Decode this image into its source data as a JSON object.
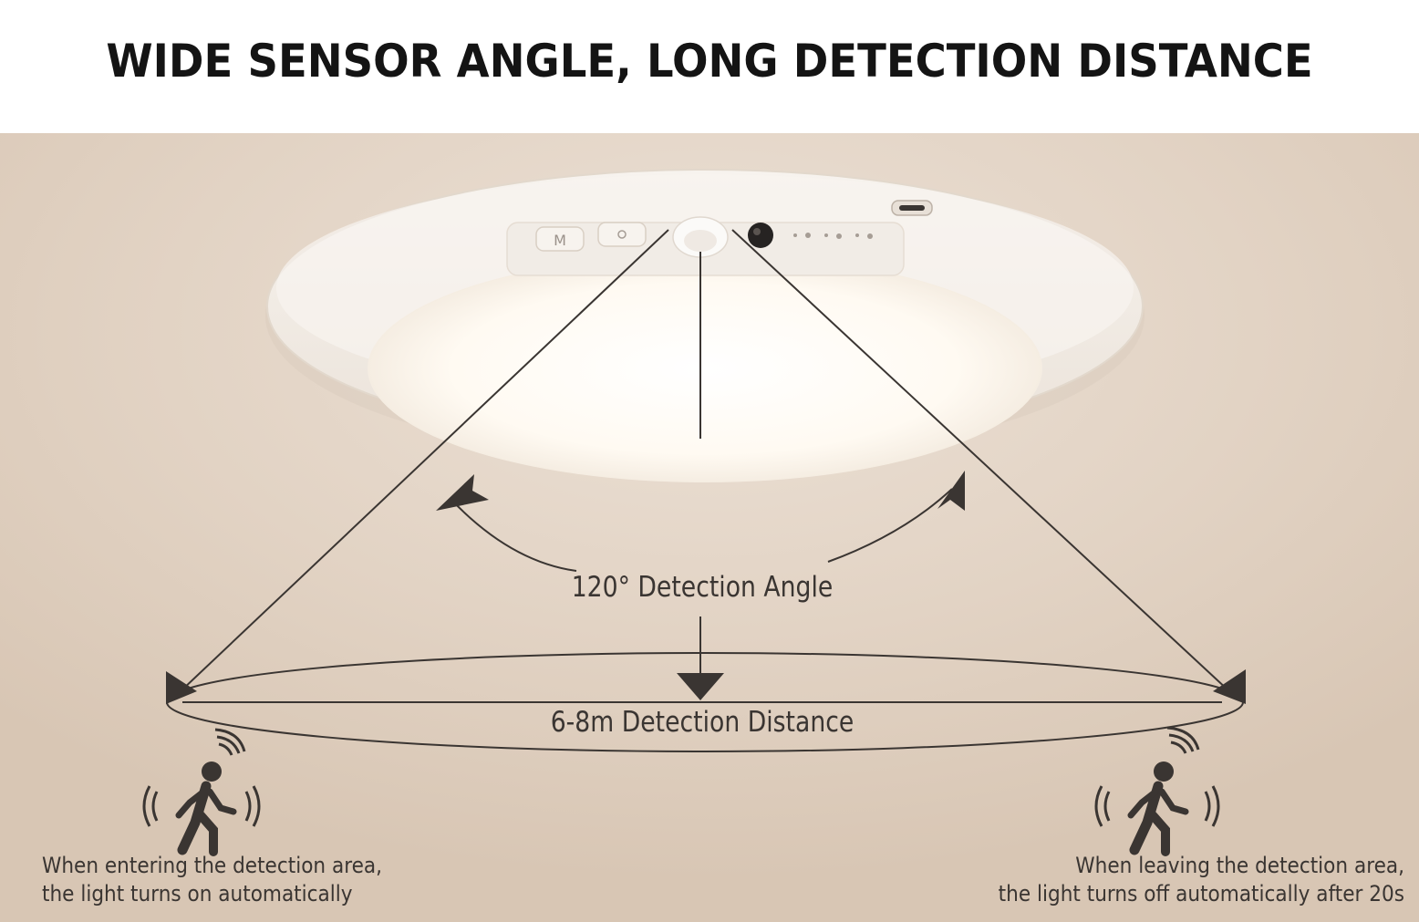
{
  "header": {
    "title": "WIDE SENSOR ANGLE, LONG DETECTION DISTANCE"
  },
  "diagram": {
    "angle_label": "120° Detection Angle",
    "distance_label": "6-8m Detection Distance",
    "light_buttons": {
      "mode_label": "M"
    }
  },
  "captions": {
    "enter": {
      "line1": "When entering the detection area,",
      "line2": "the light turns on automatically"
    },
    "leave": {
      "line1": "When leaving the detection area,",
      "line2": "the light turns off automatically after 20s"
    }
  },
  "icons": {
    "left_person": "walking-person-icon",
    "right_person": "walking-person-icon",
    "signal": "motion-wave-icon"
  },
  "colors": {
    "title_text": "#141414",
    "background": "#e2d3c4",
    "line": "#3a3532",
    "light_panel": "#fbf7f1"
  }
}
